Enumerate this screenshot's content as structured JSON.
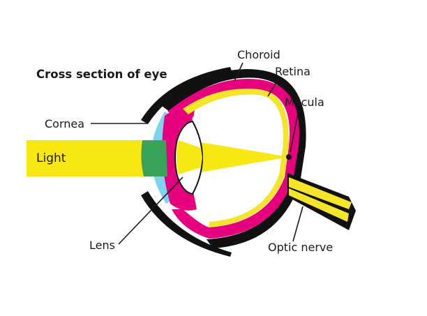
{
  "title": "Cross section of eye",
  "labels": {
    "choroid": "Choroid",
    "retina": "Retina",
    "macula": "Macula",
    "cornea": "Cornea",
    "light": "Light",
    "lens": "Lens",
    "optic_nerve": "Optic nerve"
  },
  "colors": {
    "light_beam": "#f7e814",
    "sclera": "#111111",
    "choroid_uvea": "#e6007e",
    "retina": "#f4e42a",
    "cornea_fluid": "#7fd3f0",
    "lens_overlap": "#3aa35a"
  }
}
